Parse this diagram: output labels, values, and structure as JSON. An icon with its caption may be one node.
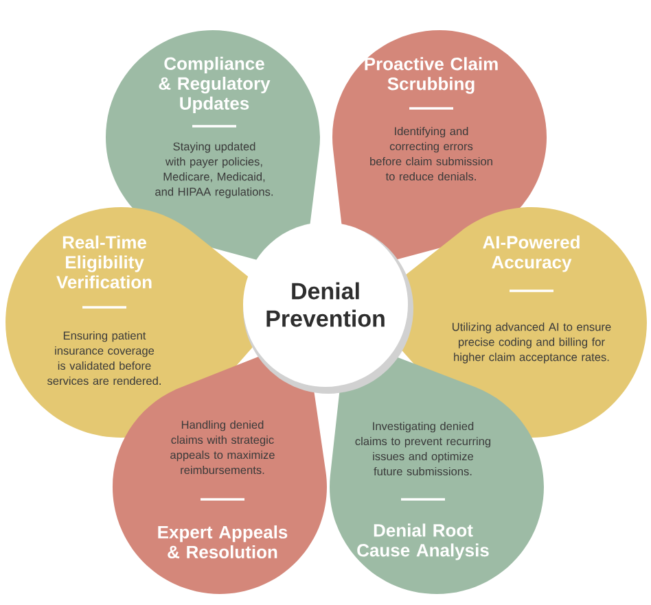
{
  "diagram": {
    "nodes": [
      {
        "text": [
          "Denial Prevention"
        ]
      },
      {
        "text": [
          "Compliance & Regulatory Updates",
          "Staying updated with payer policies, Medicare, Medicaid, and HIPAA regulations."
        ]
      },
      {
        "text": [
          "Proactive Claim Scrubbing",
          "Identifying and correcting errors before claim submission to reduce denials."
        ]
      },
      {
        "text": [
          "Real-Time Eligibility Verification",
          "Ensuring patient insurance coverage is validated before services are rendered."
        ]
      },
      {
        "text": [
          "AI-Powered Accuracy",
          "Utilizing advanced AI to ensure precise coding and billing for higher claim acceptance rates."
        ]
      },
      {
        "text": [
          "Handling denied claims with strategic appeals to maximize reimbursements.",
          "Expert Appeals & Resolution"
        ]
      },
      {
        "text": [
          "Investigating denied claims to prevent recurring issues and optimize future submissions.",
          "Denial Root Cause Analysis"
        ]
      }
    ]
  }
}
